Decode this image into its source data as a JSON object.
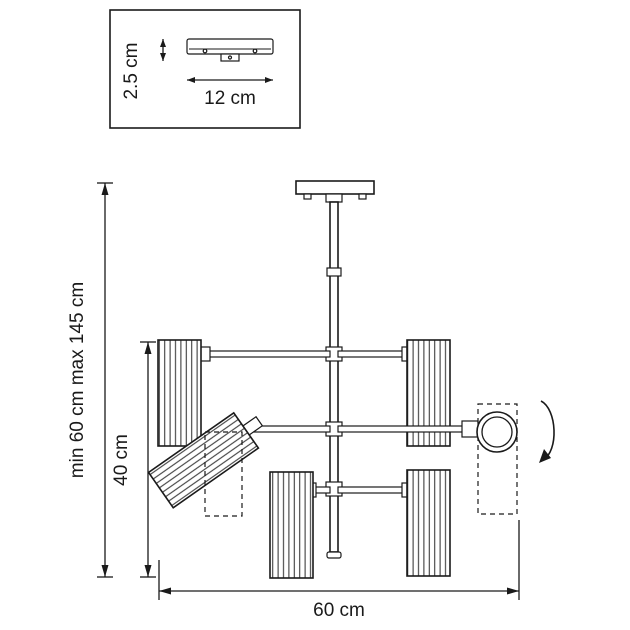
{
  "inset": {
    "height_label": "2.5 cm",
    "width_label": "12 cm"
  },
  "dimensions": {
    "overall_height_label": "min 60 cm max 145 cm",
    "fixture_height_label": "40 cm",
    "width_label": "60 cm"
  },
  "colors": {
    "line": "#1a1a1a",
    "background": "#ffffff"
  }
}
